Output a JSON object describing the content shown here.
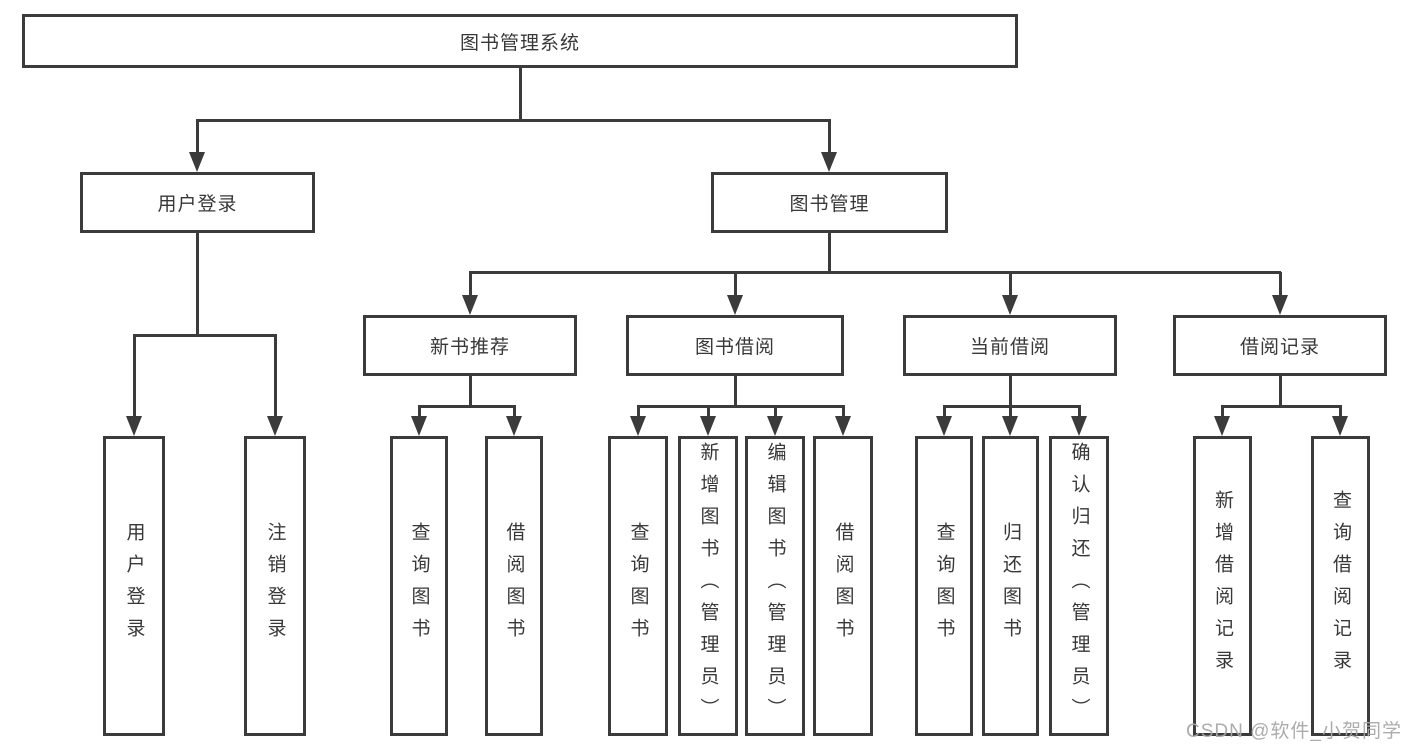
{
  "tree": {
    "root": {
      "label": "图书管理系统",
      "children": [
        {
          "label": "用户登录",
          "children": [
            {
              "label": "用户登录"
            },
            {
              "label": "注销登录"
            }
          ]
        },
        {
          "label": "图书管理",
          "children": [
            {
              "label": "新书推荐",
              "children": [
                {
                  "label": "查询图书"
                },
                {
                  "label": "借阅图书"
                }
              ]
            },
            {
              "label": "图书借阅",
              "children": [
                {
                  "label": "查询图书"
                },
                {
                  "label": "新增图书（管理员）"
                },
                {
                  "label": "编辑图书（管理员）"
                },
                {
                  "label": "借阅图书"
                }
              ]
            },
            {
              "label": "当前借阅",
              "children": [
                {
                  "label": "查询图书"
                },
                {
                  "label": "归还图书"
                },
                {
                  "label": "确认归还（管理员）"
                }
              ]
            },
            {
              "label": "借阅记录",
              "children": [
                {
                  "label": "新增借阅记录"
                },
                {
                  "label": "查询借阅记录"
                }
              ]
            }
          ]
        }
      ]
    }
  },
  "watermark": "CSDN @软件_小贺同学",
  "colors": {
    "line": "#3b3b3b",
    "text": "#383838",
    "box_background": "#ffffff",
    "watermark": "#a8a8a8",
    "background": "#ffffff"
  }
}
